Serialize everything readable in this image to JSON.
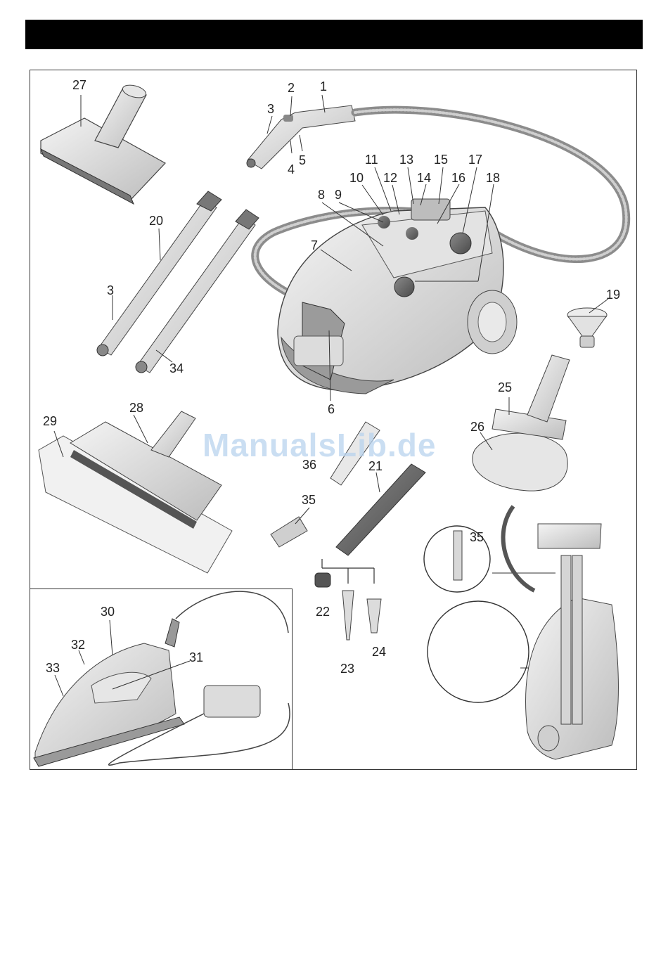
{
  "header": {
    "bar_color": "#000000"
  },
  "watermark": {
    "text": "ManualsLib.de",
    "color": "#b9d3ee"
  },
  "callouts": {
    "c1": "1",
    "c2": "2",
    "c3a": "3",
    "c4": "4",
    "c5": "5",
    "c6": "6",
    "c7": "7",
    "c8": "8",
    "c9": "9",
    "c10": "10",
    "c11": "11",
    "c12": "12",
    "c13": "13",
    "c14": "14",
    "c15": "15",
    "c16": "16",
    "c17": "17",
    "c18": "18",
    "c19": "19",
    "c20": "20",
    "c3b": "3",
    "c34": "34",
    "c21": "21",
    "c22": "22",
    "c23": "23",
    "c24": "24",
    "c25": "25",
    "c26": "26",
    "c27": "27",
    "c28": "28",
    "c29": "29",
    "c30": "30",
    "c31": "31",
    "c32": "32",
    "c33": "33",
    "c35a": "35",
    "c35b": "35",
    "c36": "36"
  },
  "parts": [
    "steam-handle-icon",
    "steam-generator-icon",
    "hose-icon",
    "extension-tube-icon",
    "window-nozzle-icon",
    "floor-nozzle-icon",
    "upholstery-brush-icon",
    "funnel-icon",
    "detail-nozzle-icon",
    "round-brush-icon",
    "iron-icon",
    "storage-diagram-icon"
  ]
}
